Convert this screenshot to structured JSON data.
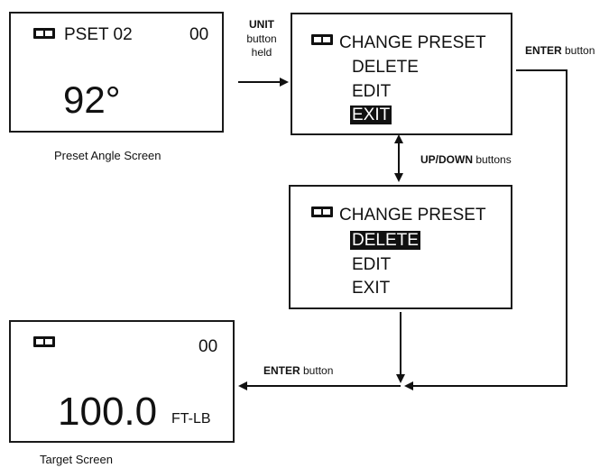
{
  "preset_angle_screen": {
    "battery_icon": "battery-icon",
    "preset_label": "PSET 02",
    "counter": "00",
    "angle_value": "92°",
    "caption": "Preset Angle Screen"
  },
  "change_preset_screen_1": {
    "battery_icon": "battery-icon",
    "title": "CHANGE PRESET",
    "items": [
      {
        "label": "DELETE",
        "selected": false
      },
      {
        "label": "EDIT",
        "selected": false
      },
      {
        "label": "EXIT",
        "selected": true
      }
    ]
  },
  "change_preset_screen_2": {
    "battery_icon": "battery-icon",
    "title": "CHANGE PRESET",
    "items": [
      {
        "label": "DELETE",
        "selected": true
      },
      {
        "label": "EDIT",
        "selected": false
      },
      {
        "label": "EXIT",
        "selected": false
      }
    ]
  },
  "target_screen": {
    "battery_icon": "battery-icon",
    "counter": "00",
    "torque_value": "100.0",
    "torque_unit": "FT-LB",
    "caption": "Target Screen"
  },
  "labels": {
    "unit_held": {
      "bold": "UNIT",
      "line2": "button",
      "line3": "held"
    },
    "enter_top": {
      "bold": "ENTER",
      "rest": " button"
    },
    "updown": {
      "bold": "UP/DOWN",
      "rest": " buttons"
    },
    "enter_bottom": {
      "bold": "ENTER",
      "rest": " button"
    }
  }
}
